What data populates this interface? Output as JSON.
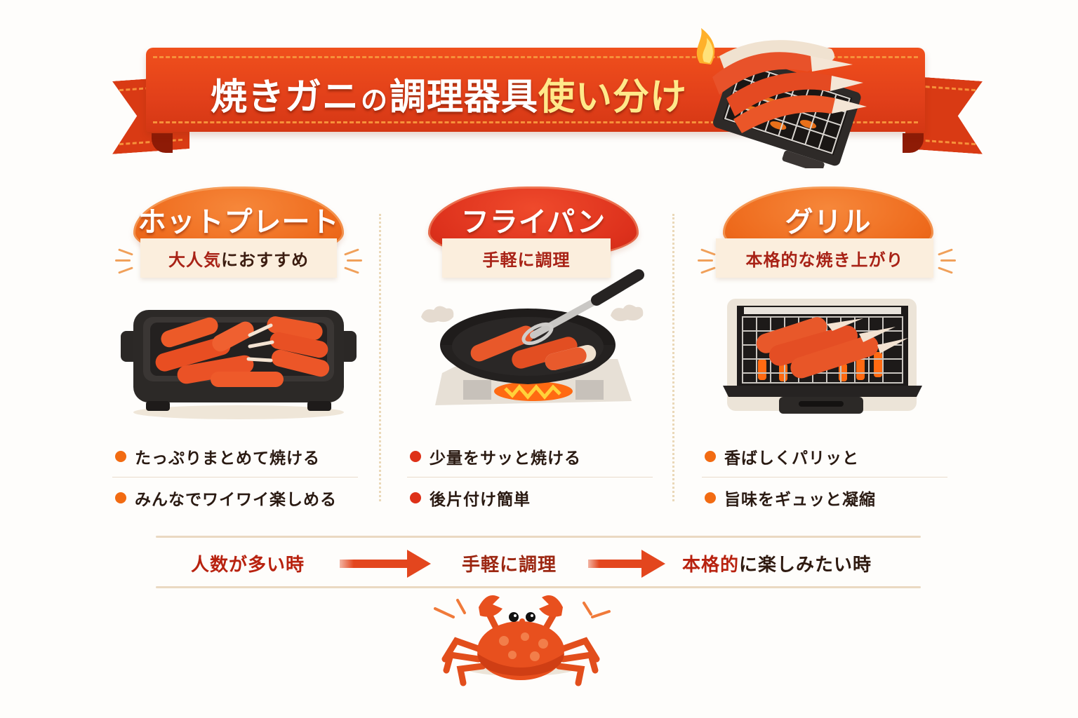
{
  "header": {
    "title_part1": "焼きガニ",
    "title_part2": "の",
    "title_part3": "調理器具",
    "title_part4": "使い分け",
    "colors": {
      "ribbon": "#e2401a",
      "title_white": "#ffffff",
      "title_yellow": "#ffe98a"
    },
    "illustration": "grill-with-crab-legs-and-flame"
  },
  "columns": [
    {
      "name": "ホットプレート",
      "tagline_accent": "大人気",
      "tagline_rest": "におすすめ",
      "badge_color": "#ee6a1c",
      "illustration": "hot-plate-with-crab-legs",
      "points": [
        "たっぷりまとめて焼ける",
        "みんなでワイワイ楽しめる"
      ],
      "bullet_color": "#f26b12"
    },
    {
      "name": "フライパン",
      "tagline_accent": "手軽に調理",
      "tagline_rest": "",
      "badge_color": "#dd311c",
      "illustration": "frying-pan-with-tongs-and-crab-legs",
      "points": [
        "少量をサッと焼ける",
        "後片付け簡単"
      ],
      "bullet_color": "#de3118"
    },
    {
      "name": "グリル",
      "tagline_accent": "本格的な焼き上がり",
      "tagline_rest": "",
      "badge_color": "#ee6a1c",
      "illustration": "fish-grill-with-crab-legs",
      "points": [
        "香ばしくパリッと",
        "旨味をギュッと凝縮"
      ],
      "bullet_color": "#f26b12"
    }
  ],
  "flow": {
    "step1": "人数が多い時",
    "step2": "手軽に調理",
    "step3_accent": "本格的",
    "step3_rest": "に楽しみたい時",
    "arrow_color": "#e3461e"
  },
  "mascot": "crab-icon"
}
